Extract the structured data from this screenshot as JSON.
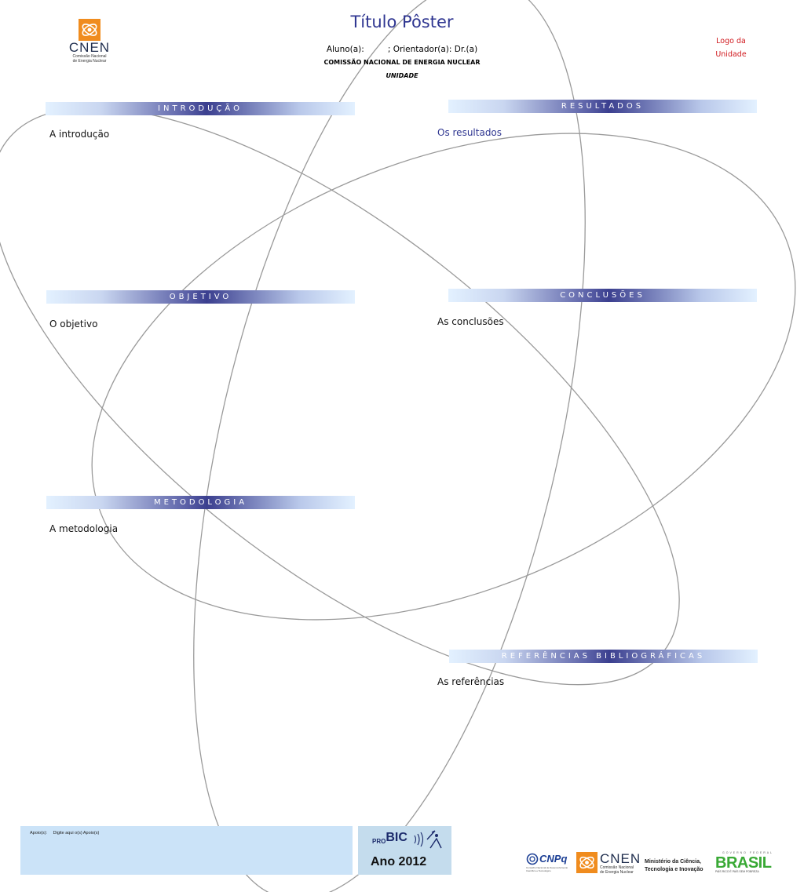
{
  "header": {
    "title": "Título Pôster",
    "authors": {
      "student": "Aluno(a):",
      "advisor": "; Orientador(a): Dr.(a)"
    },
    "institution": "COMISSÃO NACIONAL DE ENERGIA NUCLEAR",
    "unit": "UNIDADE",
    "unit_logo": {
      "line1": "Logo da",
      "line2": "Unidade"
    },
    "cnen_logo": {
      "word": "CNEN",
      "subtitle1": "Comissão Nacional",
      "subtitle2": "de Energia Nuclear",
      "icon": "cnen-atom-icon"
    }
  },
  "sections": {
    "introducao": {
      "title": "INTRODUÇÃO",
      "text": "A introdução"
    },
    "resultados": {
      "title": "RESULTADOS",
      "text": "Os resultados"
    },
    "objetivo": {
      "title": "OBJETIVO",
      "text": "O objetivo"
    },
    "conclusoes": {
      "title": "CONCLUSÕES",
      "text": "As conclusões"
    },
    "metodologia": {
      "title": "METODOLOGIA",
      "text": "A metodologia"
    },
    "referencias": {
      "title": "REFERÊNCIAS  BIBLIOGRÁFICAS",
      "text": "As referências"
    }
  },
  "footer": {
    "support_label": "Apoio(s):",
    "support_placeholder": "Digite aqui o(s) Apoio(s)",
    "probic": {
      "prefix": "PRO",
      "brand": "BIC",
      "year": "Ano 2012"
    },
    "cnpq": {
      "word": "CNPq",
      "tiny": "Conselho Nacional de Desenvolvimento Científico e Tecnológico"
    },
    "cnen_small": {
      "word": "CNEN",
      "subtitle1": "Comissão Nacional",
      "subtitle2": "de Energia Nuclear"
    },
    "ministry": {
      "line1": "Ministério da Ciência,",
      "line2": "Tecnologia e Inovação"
    },
    "brasil": {
      "gov": "GOVERNO FEDERAL",
      "word": "BRASIL",
      "slogan": "PAÍS RICO É PAÍS SEM POBREZA"
    }
  },
  "colors": {
    "title": "#2f3691",
    "section_bar_dark": "#3b3f8f",
    "section_bar_light": "#e3f1ff",
    "orbit_lines": "#9a9a9a",
    "logo_orange": "#f08c1e",
    "unit_logo_red": "#d0191e",
    "support_box": "#cbe3f8"
  }
}
